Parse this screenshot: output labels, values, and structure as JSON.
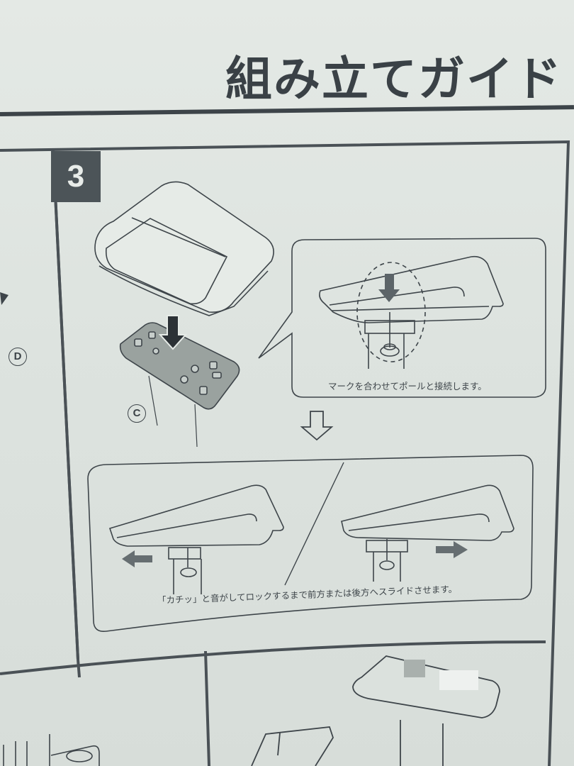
{
  "document": {
    "title": "組み立てガイド",
    "step": {
      "number": "3",
      "captions": {
        "align_mark": "マークを合わせてポールと接続します。",
        "slide_lock": "「カチッ」と音がしてロックするまで前方または後方へスライドさせます。"
      },
      "part_labels": {
        "left_panel": "D",
        "plate": "C"
      }
    },
    "icons": {
      "down_arrow_solid": "arrow-down-solid",
      "down_arrow_outline": "arrow-down-outline",
      "left_arrow": "arrow-left",
      "right_arrow": "arrow-right"
    },
    "colors": {
      "ink": "#3b4247",
      "paper": "#dfe5e1",
      "badge": "#4c5458",
      "part_fill": "#9aa29f"
    }
  }
}
